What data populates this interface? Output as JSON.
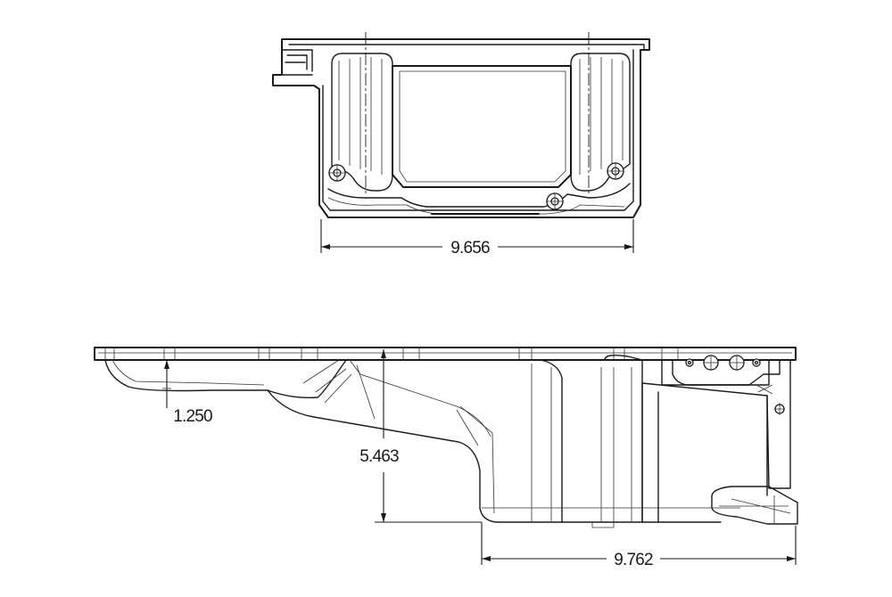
{
  "views": {
    "top": {
      "dimension_width": "9.656"
    },
    "side": {
      "dimension_rail": "1.250",
      "dimension_depth": "5.463",
      "dimension_sump_length": "9.762"
    }
  }
}
